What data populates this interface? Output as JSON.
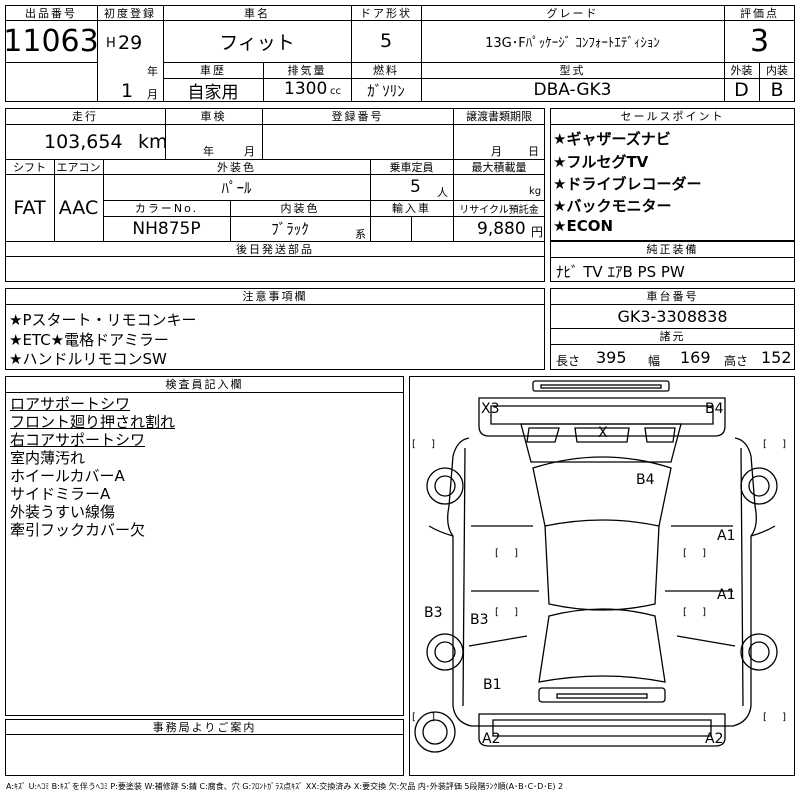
{
  "header": {
    "lot_label": "出品番号",
    "lot_number": "11063",
    "first_reg_label": "初度登録",
    "era": "H",
    "year": "29",
    "year_unit": "年",
    "month": "1",
    "month_unit": "月",
    "name_label": "車名",
    "car_name": "フィット",
    "door_label": "ドア形状",
    "doors": "5",
    "grade_label": "グレード",
    "grade": "13G･Fﾊﾟｯｹｰｼﾞ ｺﾝﾌｫｰﾄｴﾃﾞｨｼｮﾝ",
    "score_label": "評価点",
    "score": "3",
    "history_label": "車歴",
    "history": "自家用",
    "displacement_label": "排気量",
    "displacement": "1300",
    "displacement_unit": "cc",
    "fuel_label": "燃料",
    "fuel": "ｶﾞｿﾘﾝ",
    "model_label": "型式",
    "model": "DBA-GK3",
    "ext_label": "外装",
    "ext_grade": "D",
    "int_label": "内装",
    "int_grade": "B"
  },
  "details": {
    "mileage_label": "走行",
    "mileage": "103,654",
    "mileage_unit": "km",
    "inspection_label": "車検",
    "insp_year_unit": "年",
    "insp_month_unit": "月",
    "plate_label": "登録番号",
    "transfer_label": "譲渡書類期限",
    "transfer_month_unit": "月",
    "transfer_day_unit": "日",
    "shift_label": "シフト",
    "shift": "FAT",
    "ac_label": "エアコン",
    "ac": "AAC",
    "color_label": "外装色",
    "color": "ﾊﾟｰﾙ",
    "capacity_label": "乗車定員",
    "capacity": "5",
    "capacity_unit": "人",
    "load_label": "最大積載量",
    "load_unit": "kg",
    "color_no_label": "カラーNo.",
    "color_no": "NH875P",
    "interior_label": "内装色",
    "interior": "ﾌﾞﾗｯｸ",
    "interior_unit": "系",
    "import_label": "輸入車",
    "recycle_label": "リサイクル預託金",
    "recycle": "9,880",
    "recycle_unit": "円",
    "later_label": "後日発送部品"
  },
  "sales": {
    "label": "セールスポイント",
    "items": [
      "★ギャザーズナビ",
      "★フルセグTV",
      "★ドライブレコーダー",
      "★バックモニター",
      "★ECON"
    ]
  },
  "equipment": {
    "label": "純正装備",
    "value": "ﾅﾋﾞ TV ｴｱB PS PW"
  },
  "notes": {
    "label": "注意事項欄",
    "items": [
      "★Pスタート・リモコンキー",
      "★ETC★電格ドアミラー",
      "★ハンドルリモコンSW"
    ]
  },
  "chassis": {
    "label": "車台番号",
    "value": "GK3-3308838"
  },
  "dims": {
    "label": "諸元",
    "length_label": "長さ",
    "length": "395",
    "width_label": "幅",
    "width": "169",
    "height_label": "高さ",
    "height": "152"
  },
  "inspector": {
    "label": "検査員記入欄",
    "underlined": [
      "ロアサポートシワ",
      "フロント廻り押され割れ",
      "右コアサポートシワ"
    ],
    "items": [
      "室内薄汚れ",
      "ホイールカバーA",
      "サイドミラーA",
      "外装うすい線傷",
      "牽引フックカバー欠"
    ]
  },
  "office": {
    "label": "事務局よりご案内"
  },
  "diagram": {
    "marks": [
      "X3",
      "B4",
      "X",
      "B4",
      "A1",
      "A1",
      "B3",
      "B3",
      "B1",
      "A2",
      "A2"
    ],
    "bracket": "[ ]"
  },
  "legend": "A:ｷｽﾞ U:ﾍｺﾐ B:ｷｽﾞを伴うﾍｺﾐ P:要塗装 W:補修跡 S:錆 C:腐食、穴 G:ﾌﾛﾝﾄｶﾞﾗｽ点ｷｽﾞ XX:交換済み X:要交換 欠:欠品 内･外装評価 5段階ﾗﾝｸ順(A･B･C･D･E) 2"
}
